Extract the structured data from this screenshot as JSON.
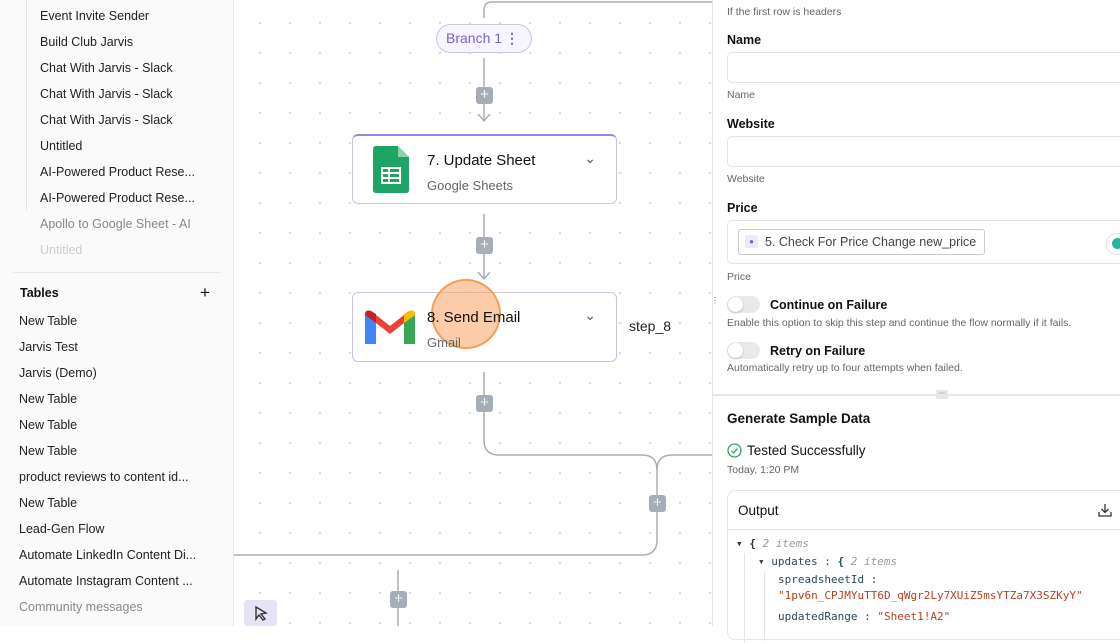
{
  "sidebar": {
    "flows": [
      "Event Invite Sender",
      "Build Club Jarvis",
      "Chat With Jarvis - Slack",
      "Chat With Jarvis - Slack",
      "Chat With Jarvis - Slack",
      "Untitled",
      "AI-Powered Product Rese...",
      "AI-Powered Product Rese...",
      "Apollo to Google Sheet - AI",
      "Untitled"
    ],
    "tables_title": "Tables",
    "add": "+",
    "tables": [
      "New Table",
      "Jarvis Test",
      "Jarvis (Demo)",
      "New Table",
      "New Table",
      "New Table",
      "product reviews to content id...",
      "New Table",
      "Lead-Gen Flow",
      "Automate LinkedIn Content Di...",
      "Automate Instagram Content ...",
      "Community messages"
    ]
  },
  "canvas": {
    "branch": "Branch 1",
    "branch_menu": "⋮",
    "step7": {
      "title": "7. Update Sheet",
      "app": "Google Sheets"
    },
    "step8": {
      "title": "8. Send Email",
      "app": "Gmail",
      "name": "step_8"
    },
    "plus": "+",
    "chev": "⌄"
  },
  "panel": {
    "headers_hint": "If the first row is headers",
    "name_label": "Name",
    "name_hint": "Name",
    "website_label": "Website",
    "website_hint": "Website",
    "price_label": "Price",
    "price_chip": "5. Check For Price Change new_price",
    "price_hint": "Price",
    "continue_label": "Continue on Failure",
    "continue_hint": "Enable this option to skip this step and continue the flow normally if it fails.",
    "retry_label": "Retry on Failure",
    "retry_hint": "Automatically retry up to four attempts when failed.",
    "sample_title": "Generate Sample Data",
    "status": "Tested Successfully",
    "time": "Today, 1:20 PM",
    "output_title": "Output",
    "json": {
      "root_brace": "{",
      "root_count": "2 items",
      "updates_key": "updates",
      "colon": ":",
      "updates_brace": "{",
      "updates_count": "2 items",
      "k1": "spreadsheetId",
      "v1": "\"1pv6n_CPJMYuTT6D_qWgr2Ly7XUiZ5msYTZa7X3SZKyY\"",
      "k2": "updatedRange",
      "v2": "\"Sheet1!A2\""
    }
  },
  "colors": {
    "accent": "#7c5fd6",
    "success": "#2ea36a",
    "json_value": "#b5411f"
  }
}
